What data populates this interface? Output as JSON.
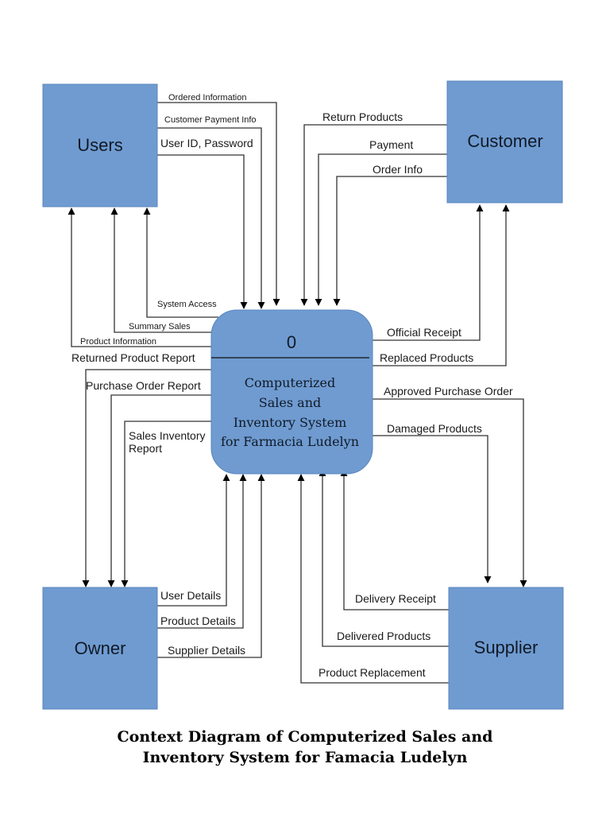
{
  "entities": {
    "users": "Users",
    "customer": "Customer",
    "owner": "Owner",
    "supplier": "Supplier"
  },
  "process": {
    "number": "0",
    "name_lines": [
      "Computerized",
      "Sales and",
      "Inventory System",
      "for Farmacia Ludelyn"
    ]
  },
  "flows": {
    "ordered_information": "Ordered Information",
    "customer_payment_info": "Customer Payment Info",
    "user_id_password": "User ID, Password",
    "system_access": "System Access",
    "summary_sales": "Summary Sales",
    "product_information": "Product Information",
    "return_products": "Return  Products",
    "payment": "Payment",
    "order_info": "Order Info",
    "official_receipt": "Official Receipt",
    "replaced_products": "Replaced Products",
    "returned_product_report": "Returned Product Report",
    "purchase_order_report": "Purchase Order Report",
    "sales_inventory_report_1": "Sales Inventory",
    "sales_inventory_report_2": "Report",
    "approved_purchase_order": "Approved Purchase Order",
    "damaged_products": "Damaged Products",
    "user_details": "User Details",
    "product_details": "Product Details",
    "supplier_details": "Supplier Details",
    "delivery_receipt": "Delivery Receipt",
    "delivered_products": "Delivered Products",
    "product_replacement": "Product Replacement"
  },
  "caption": {
    "line1": "Context Diagram of Computerized Sales and",
    "line2": "Inventory System for Famacia Ludelyn"
  },
  "colors": {
    "entity_fill": "#6f9bd1",
    "entity_border": "#5a86bd",
    "line": "#333333"
  }
}
